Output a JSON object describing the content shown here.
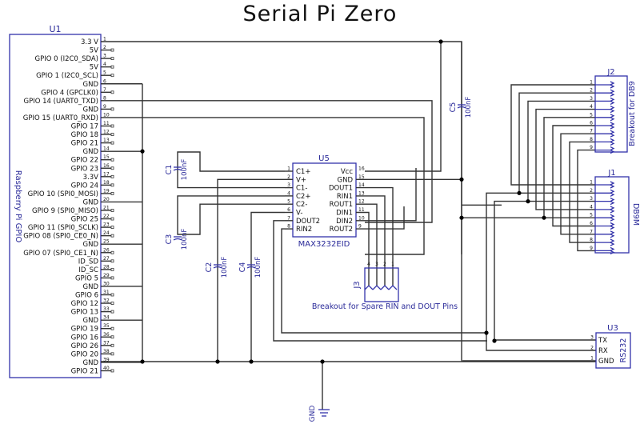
{
  "title": "Serial Pi Zero",
  "u1": {
    "ref": "U1",
    "name": "Raspberry Pi GPIO",
    "pins": [
      {
        "num": "1",
        "label": "3.3 V",
        "net": "3v3"
      },
      {
        "num": "2",
        "label": "5V",
        "net": "nc"
      },
      {
        "num": "3",
        "label": "GPIO 0 (I2C0_SDA)",
        "net": "nc"
      },
      {
        "num": "4",
        "label": "5V",
        "net": "nc"
      },
      {
        "num": "5",
        "label": "GPIO 1 (I2C0_SCL)",
        "net": "nc"
      },
      {
        "num": "6",
        "label": "GND",
        "net": "gnd"
      },
      {
        "num": "7",
        "label": "GPIO 4 (GPCLK0)",
        "net": "nc"
      },
      {
        "num": "8",
        "label": "GPIO 14 (UART0_TXD)",
        "net": "txd"
      },
      {
        "num": "9",
        "label": "GND",
        "net": "nc"
      },
      {
        "num": "10",
        "label": "GPIO 15 (UART0_RXD)",
        "net": "rxd"
      },
      {
        "num": "11",
        "label": "GPIO 17",
        "net": "nc"
      },
      {
        "num": "12",
        "label": "GPIO 18",
        "net": "nc"
      },
      {
        "num": "13",
        "label": "GPIO 21",
        "net": "nc"
      },
      {
        "num": "14",
        "label": "GND",
        "net": "gnd"
      },
      {
        "num": "15",
        "label": "GPIO 22",
        "net": "nc"
      },
      {
        "num": "16",
        "label": "GPIO 23",
        "net": "nc"
      },
      {
        "num": "17",
        "label": "3.3V",
        "net": "nc"
      },
      {
        "num": "18",
        "label": "GPIO 24",
        "net": "nc"
      },
      {
        "num": "19",
        "label": "GPIO 10 (SPI0_MOSI)",
        "net": "nc"
      },
      {
        "num": "20",
        "label": "GND",
        "net": "gnd"
      },
      {
        "num": "21",
        "label": "GPIO 9 (SPI0_MISO)",
        "net": "nc"
      },
      {
        "num": "22",
        "label": "GPIO 25",
        "net": "nc"
      },
      {
        "num": "23",
        "label": "GPIO 11 (SPI0_SCLK)",
        "net": "nc"
      },
      {
        "num": "24",
        "label": "GPIO 08 (SPI0_CE0_N)",
        "net": "nc"
      },
      {
        "num": "25",
        "label": "GND",
        "net": "gnd"
      },
      {
        "num": "26",
        "label": "GPIO 07 (SPI0_CE1_N)",
        "net": "nc"
      },
      {
        "num": "27",
        "label": "ID_SD",
        "net": "nc"
      },
      {
        "num": "28",
        "label": "ID_SC",
        "net": "nc"
      },
      {
        "num": "29",
        "label": "GPIO 5",
        "net": "nc"
      },
      {
        "num": "30",
        "label": "GND",
        "net": "gnd"
      },
      {
        "num": "31",
        "label": "GPIO 6",
        "net": "nc"
      },
      {
        "num": "32",
        "label": "GPIO 12",
        "net": "nc"
      },
      {
        "num": "33",
        "label": "GPIO 13",
        "net": "nc"
      },
      {
        "num": "34",
        "label": "GND",
        "net": "gnd"
      },
      {
        "num": "35",
        "label": "GPIO 19",
        "net": "nc"
      },
      {
        "num": "36",
        "label": "GPIO 16",
        "net": "nc"
      },
      {
        "num": "37",
        "label": "GPIO 26",
        "net": "nc"
      },
      {
        "num": "38",
        "label": "GPIO 20",
        "net": "nc"
      },
      {
        "num": "39",
        "label": "GND",
        "net": "gnd"
      },
      {
        "num": "40",
        "label": "GPIO 21",
        "net": "nc"
      }
    ]
  },
  "u5": {
    "ref": "U5",
    "part": "MAX3232EID",
    "left_pins": [
      {
        "num": "1",
        "label": "C1+"
      },
      {
        "num": "2",
        "label": "V+"
      },
      {
        "num": "3",
        "label": "C1-"
      },
      {
        "num": "4",
        "label": "C2+"
      },
      {
        "num": "5",
        "label": "C2-"
      },
      {
        "num": "6",
        "label": "V-"
      },
      {
        "num": "7",
        "label": "DOUT2"
      },
      {
        "num": "8",
        "label": "RIN2"
      }
    ],
    "right_pins": [
      {
        "num": "16",
        "label": "Vcc"
      },
      {
        "num": "15",
        "label": "GND"
      },
      {
        "num": "14",
        "label": "DOUT1"
      },
      {
        "num": "13",
        "label": "RIN1"
      },
      {
        "num": "12",
        "label": "ROUT1"
      },
      {
        "num": "11",
        "label": "DIN1"
      },
      {
        "num": "10",
        "label": "DIN2"
      },
      {
        "num": "9",
        "label": "ROUT2"
      }
    ]
  },
  "capacitors": [
    {
      "ref": "C1",
      "value": "100nF",
      "pin1": "1",
      "pin2": "2"
    },
    {
      "ref": "C2",
      "value": "100nF",
      "pin1": "1",
      "pin2": "2"
    },
    {
      "ref": "C3",
      "value": "100nF",
      "pin1": "1",
      "pin2": "2"
    },
    {
      "ref": "C4",
      "value": "100nF",
      "pin1": "1",
      "pin2": "2"
    },
    {
      "ref": "C5",
      "value": "100nF",
      "pin1": "1",
      "pin2": "2"
    }
  ],
  "j1": {
    "ref": "J1",
    "name": "DB9M",
    "pins": [
      "1",
      "2",
      "3",
      "4",
      "5",
      "6",
      "7",
      "8",
      "9"
    ]
  },
  "j2": {
    "ref": "J2",
    "name": "Breakout for DB9",
    "pins": [
      "1",
      "2",
      "3",
      "4",
      "5",
      "6",
      "7",
      "8",
      "9"
    ]
  },
  "j3": {
    "ref": "J3",
    "caption": "Breakout for Spare RIN and DOUT Pins",
    "pins": [
      "4",
      "3",
      "2",
      "1"
    ]
  },
  "u3": {
    "ref": "U3",
    "name": "RS232",
    "pins": [
      {
        "num": "3",
        "label": "TX"
      },
      {
        "num": "2",
        "label": "RX"
      },
      {
        "num": "1",
        "label": "GND"
      }
    ]
  },
  "gnd_symbol": {
    "label": "GND"
  }
}
